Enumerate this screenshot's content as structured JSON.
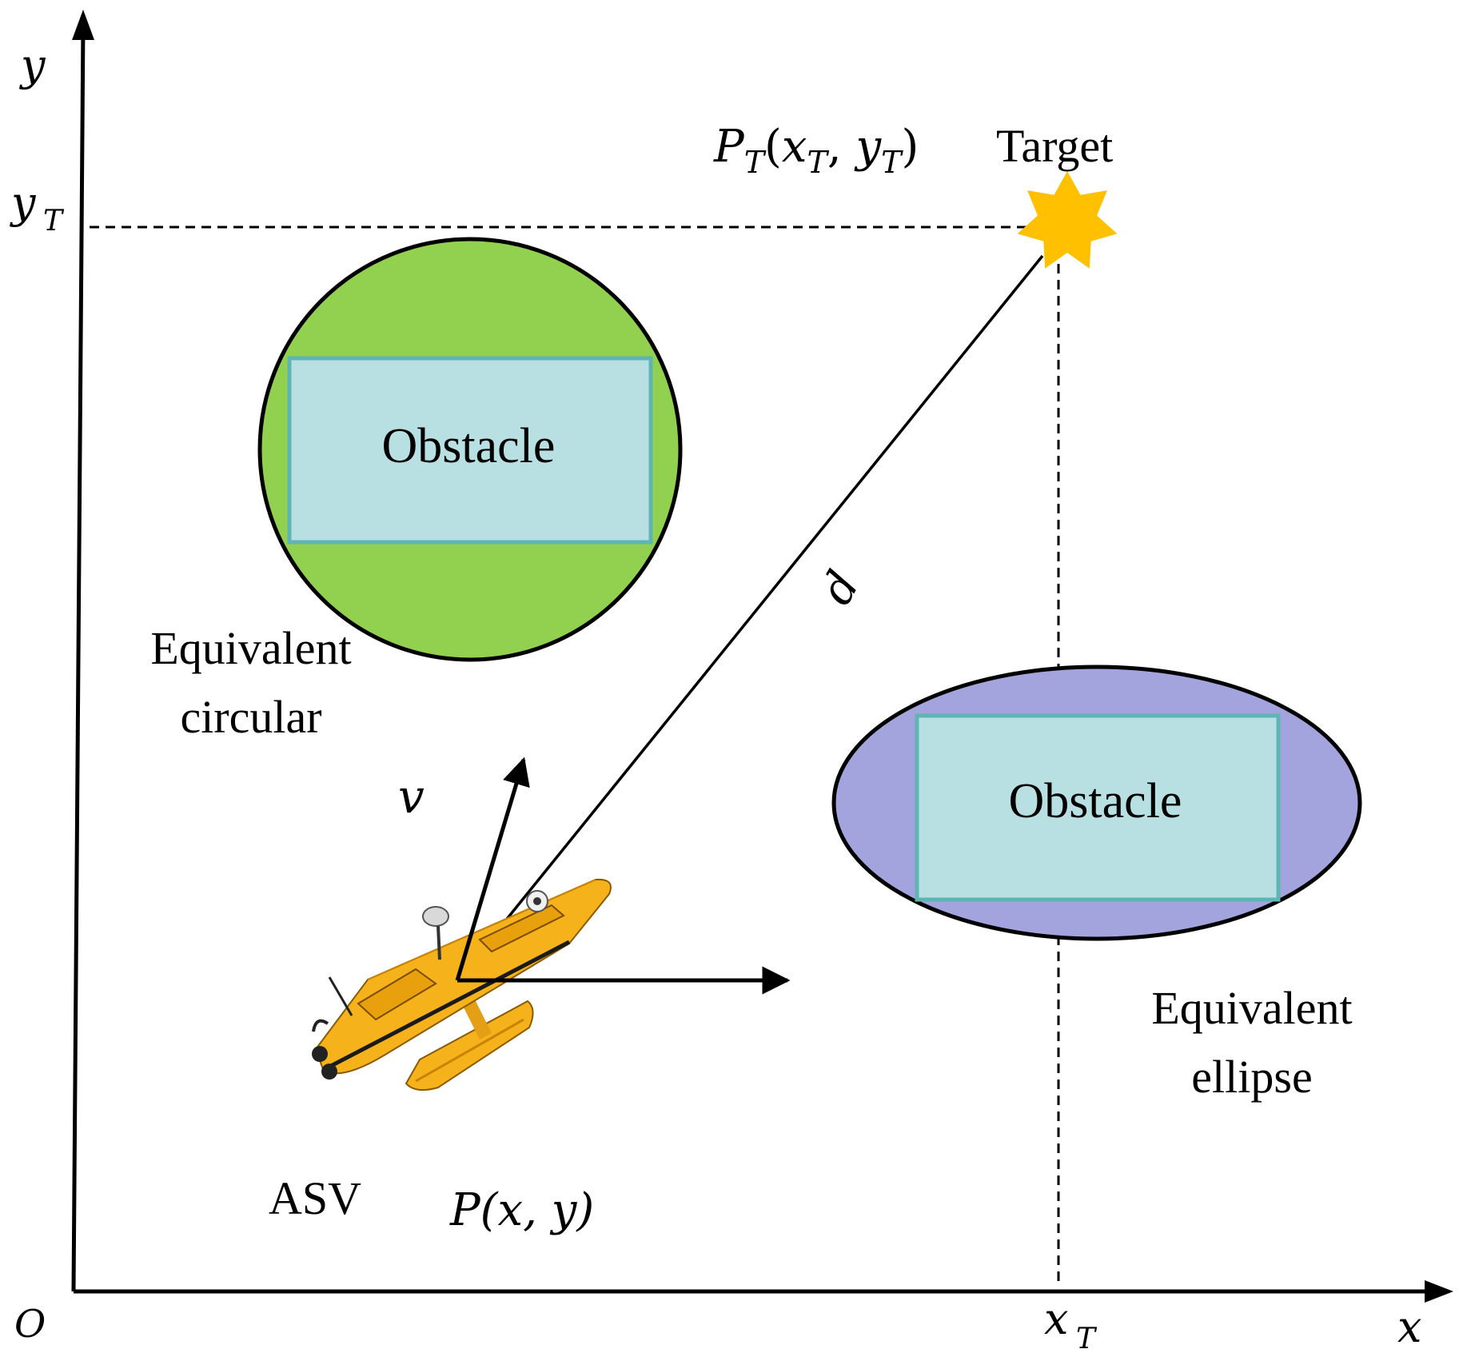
{
  "axes": {
    "origin_label": "O",
    "x_label": "x",
    "y_label": "y",
    "xT_tick": {
      "main": "x",
      "sub": "T"
    },
    "yT_tick": {
      "main": "y",
      "sub": "T"
    }
  },
  "target": {
    "label": "Target",
    "coord": {
      "P": "P",
      "sub": "T",
      "x": "x",
      "y": "y"
    },
    "star_color": "#FFC000"
  },
  "asv": {
    "label": "ASV",
    "coord_text": "P(x, y)",
    "velocity_label": "v",
    "hull_color": "#F5B21B"
  },
  "distance_label": "d",
  "obstacles": [
    {
      "label": "Obstacle",
      "equivalent_label": [
        "Equivalent",
        "circular"
      ],
      "shape": "circle",
      "fill": "#92D050"
    },
    {
      "label": "Obstacle",
      "equivalent_label": [
        "Equivalent",
        "ellipse"
      ],
      "shape": "ellipse",
      "fill": "#A3A3DD"
    }
  ],
  "colors": {
    "obstacle_rect_fill": "#B8E0E2",
    "obstacle_rect_stroke": "#5FB4B4",
    "line": "#000000"
  }
}
